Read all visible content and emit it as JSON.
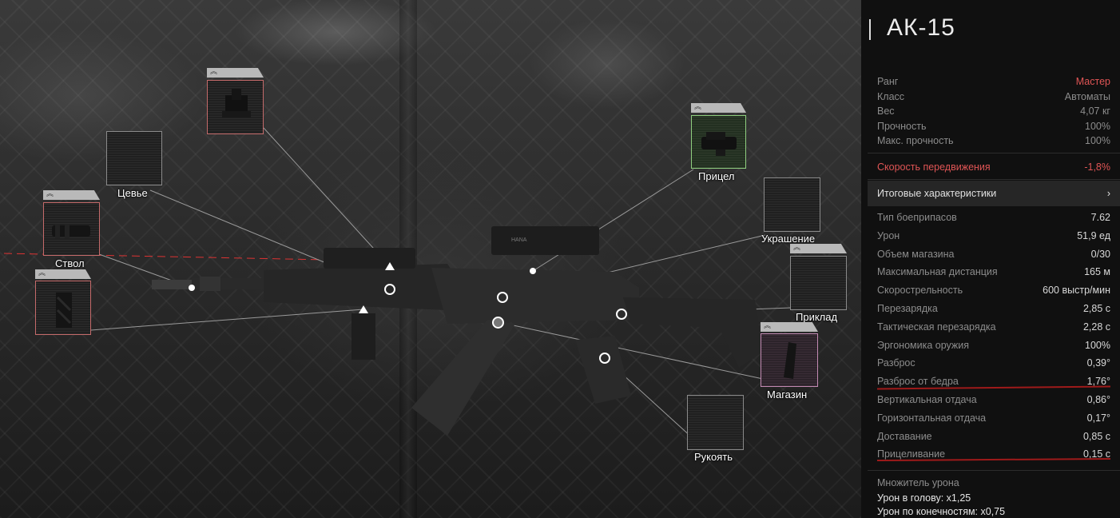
{
  "weapon": {
    "name": "АК-15"
  },
  "slots": {
    "handguard": "Цевье",
    "barrel": "Ствол",
    "sight": "Прицел",
    "decoration": "Украшение",
    "stock": "Приклад",
    "magazine": "Магазин",
    "grip": "Рукоять"
  },
  "info": [
    {
      "label": "Ранг",
      "value": "Мастер",
      "color": "#e05555"
    },
    {
      "label": "Класс",
      "value": "Автоматы"
    },
    {
      "label": "Вес",
      "value": "4,07 кг"
    },
    {
      "label": "Прочность",
      "value": "100%"
    },
    {
      "label": "Макс. прочность",
      "value": "100%"
    }
  ],
  "movement": {
    "label": "Скорость передвижения",
    "value": "-1,8%",
    "color": "#e05555"
  },
  "total": {
    "label": "Итоговые характеристики",
    "chevron": "›"
  },
  "stats": [
    {
      "label": "Тип боеприпасов",
      "value": "7.62"
    },
    {
      "label": "Урон",
      "value": "51,9 ед"
    },
    {
      "label": "Объем магазина",
      "value": "0/30"
    },
    {
      "label": "Максимальная дистанция",
      "value": "165 м"
    },
    {
      "label": "Скорострельность",
      "value": "600 выстр/мин"
    },
    {
      "label": "Перезарядка",
      "value": "2,85 с"
    },
    {
      "label": "Тактическая перезарядка",
      "value": "2,28 с"
    },
    {
      "label": "Эргономика оружия",
      "value": "100%"
    },
    {
      "label": "Разброс",
      "value": "0,39°"
    },
    {
      "label": "Разброс от бедра",
      "value": "1,76°"
    },
    {
      "label": "Вертикальная отдача",
      "value": "0,86°"
    },
    {
      "label": "Горизонтальная отдача",
      "value": "0,17°"
    },
    {
      "label": "Доставание",
      "value": "0,85 с"
    },
    {
      "label": "Прицеливание",
      "value": "0,15 с"
    }
  ],
  "multiplier": {
    "heading": "Множитель урона",
    "head": "Урон в голову: x1,25",
    "limbs": "Урон по конечностям: x0,75"
  },
  "rank_chevron": "︽"
}
